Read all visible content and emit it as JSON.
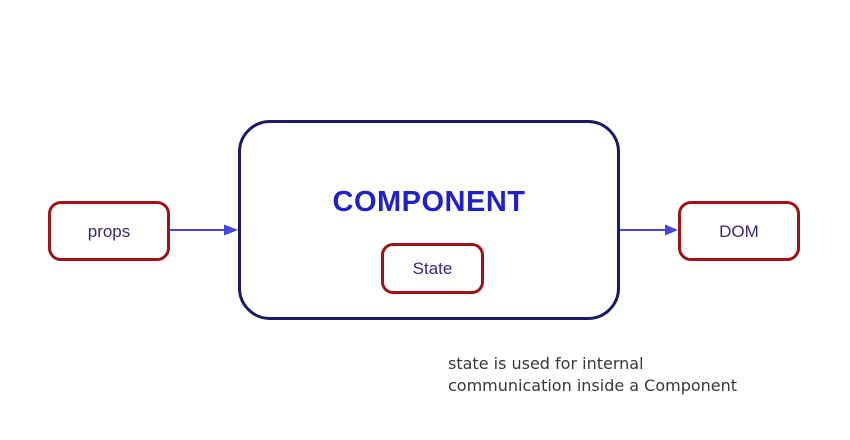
{
  "colors": {
    "box_border_red": "#9e1313",
    "component_border_navy": "#1a1a66",
    "arrow_blue": "#4545e0",
    "component_title_blue": "#2020cd",
    "label_purple": "#3e2382",
    "caption_gray": "#383838",
    "background": "#ffffff"
  },
  "diagram": {
    "nodes": {
      "props": {
        "label": "props"
      },
      "component": {
        "title": "COMPONENT"
      },
      "state": {
        "label": "State"
      },
      "dom": {
        "label": "DOM"
      }
    },
    "arrows": [
      {
        "from": "props",
        "to": "component"
      },
      {
        "from": "component",
        "to": "dom"
      }
    ],
    "caption": {
      "line1": "state is used for internal",
      "line2": "communication inside a Component"
    }
  }
}
